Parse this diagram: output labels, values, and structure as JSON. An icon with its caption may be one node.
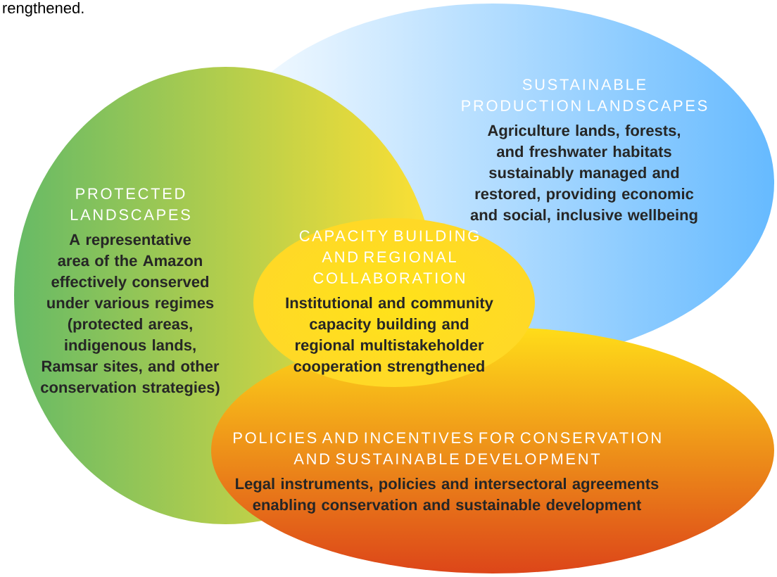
{
  "diagram": {
    "nodes": [
      {
        "text": [
          "PROTECTED LANDSCAPES",
          "A representative area of the Amazon effectively conserved under various regimes (protected areas, indigenous lands, Ramsar sites, and other conservation strategies)"
        ]
      },
      {
        "text": [
          "SUSTAINABLE PRODUCTION LANDSCAPES",
          "Agriculture lands, forests, and freshwater habitats sustainably managed and restored, providing economic and social, inclusive wellbeing"
        ]
      },
      {
        "text": [
          "CAPACITY BUILDING AND REGIONAL COLLABORATION",
          "Institutional and community capacity building and regional multistakeholder cooperation strengthened"
        ]
      },
      {
        "text": [
          "POLICIES AND INCENTIVES FOR CONSERVATION AND SUSTAINABLE DEVELOPMENT",
          "Legal instruments, policies and intersectoral agreements enabling conservation and sustainable development"
        ]
      }
    ],
    "labels": [
      "rengthened."
    ]
  }
}
